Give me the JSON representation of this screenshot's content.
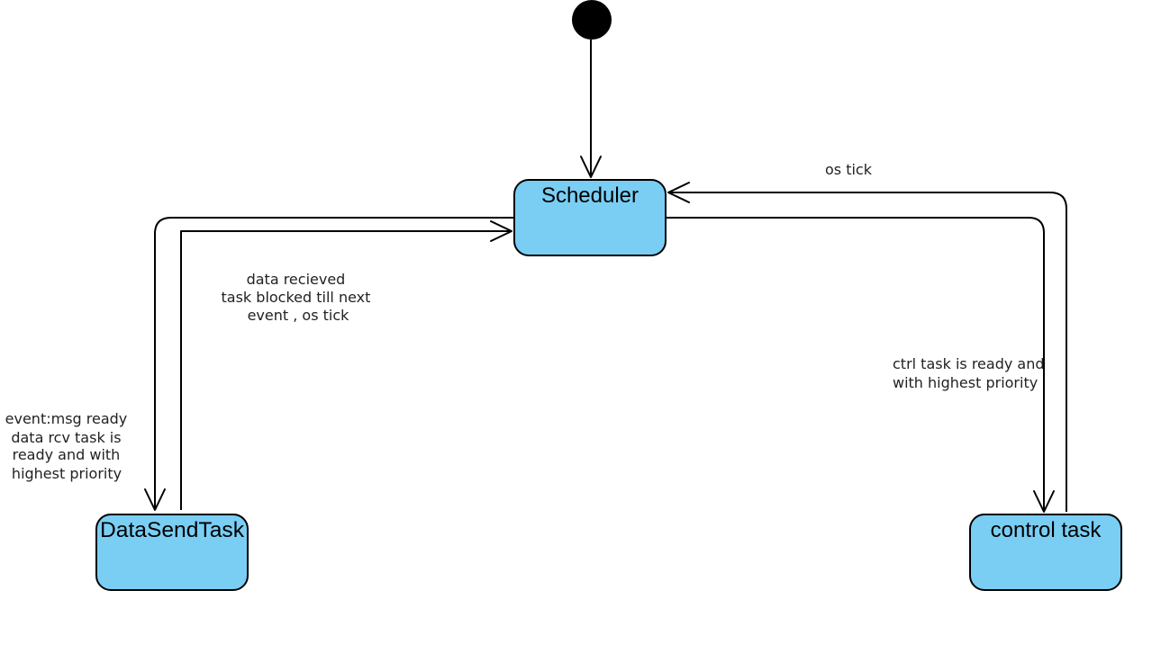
{
  "colors": {
    "state_fill": "#7ACEF4",
    "stroke": "#000000",
    "initial_node": "#000000"
  },
  "states": {
    "scheduler": "Scheduler",
    "data_send_task": "DataSendTask",
    "control_task": "control task"
  },
  "transitions": {
    "os_tick": [
      "os tick"
    ],
    "data_received": [
      "data recieved",
      "task blocked till next",
      "event , os tick"
    ],
    "ctrl_ready": [
      "ctrl task is ready and",
      "with highest priority"
    ],
    "msg_ready": [
      "event:msg ready",
      "data rcv task is",
      "ready and with",
      "highest priority"
    ]
  }
}
